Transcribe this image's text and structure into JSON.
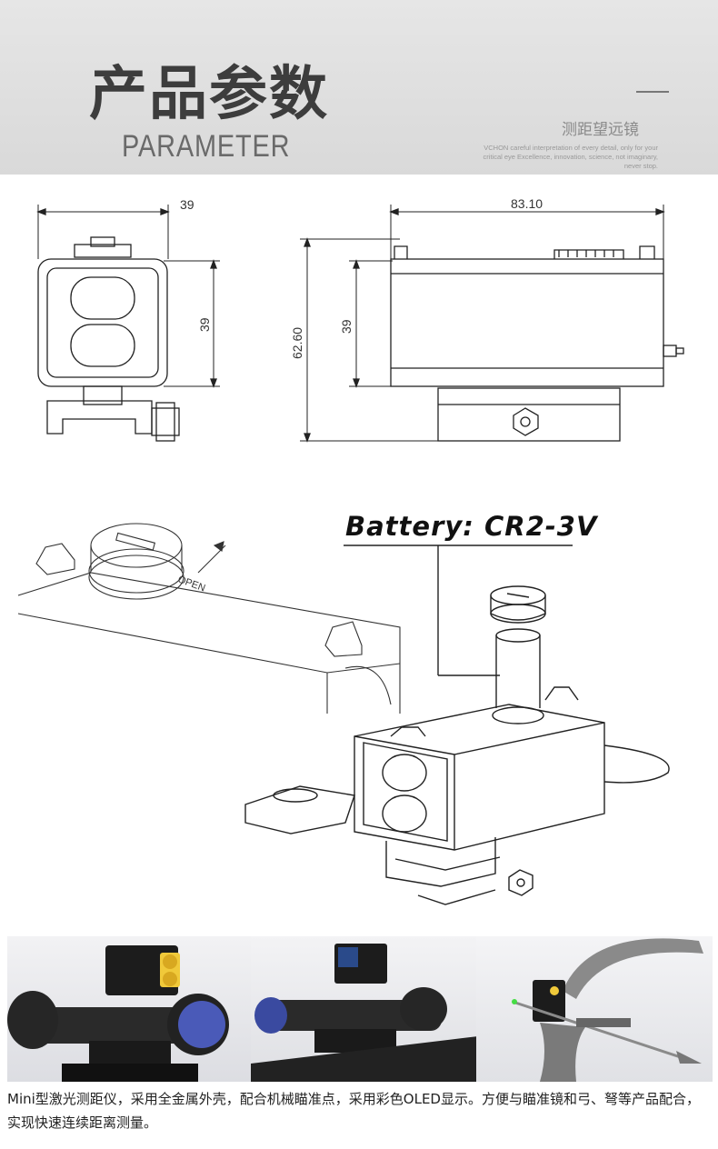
{
  "header": {
    "title_cn": "产品参数",
    "title_en": "PARAMETER",
    "brand_cn": "测距望远镜",
    "brand_tagline": "VCHON careful interpretation of every detail, only for your critical eye Excellence, innovation, science, not imaginary, never stop."
  },
  "dimensions": {
    "front_width": "39",
    "front_height": "39",
    "side_length": "83.10",
    "side_total_height": "62.60",
    "side_body_height": "39"
  },
  "battery": {
    "label": "Battery: CR2-3V",
    "cap_text": "OPEN"
  },
  "photos": [
    {
      "name": "rangefinder-on-scope-photo"
    },
    {
      "name": "rangefinder-on-rifle-photo"
    },
    {
      "name": "rangefinder-on-crossbow-photo"
    }
  ],
  "caption": "Mini型激光测距仪，采用全金属外壳，配合机械瞄准点，采用彩色OLED显示。方便与瞄准镜和弓、弩等产品配合，实现快速连续距离测量。",
  "colors": {
    "header_bg": "#dedede",
    "title": "#3d3d3d",
    "lens_yellow": "#f0c93a",
    "scope_lens_blue": "#4a5ab8",
    "arrow_green": "#44dd44"
  }
}
